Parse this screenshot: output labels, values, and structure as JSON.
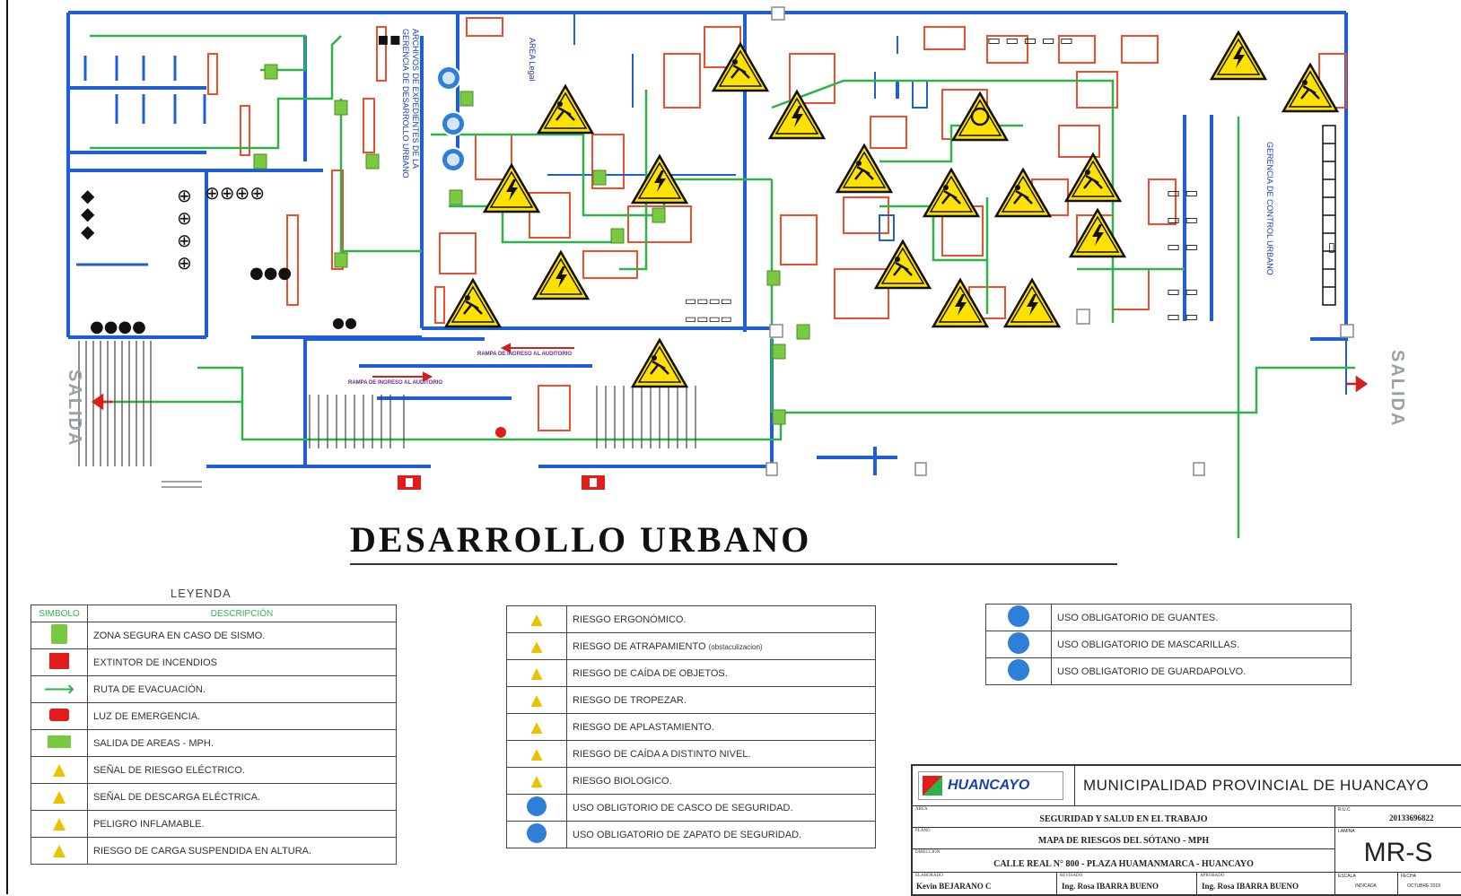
{
  "plan": {
    "title": "DESARROLLO  URBANO",
    "room_labels": {
      "archivos": "ARCHIVOS DE EXPEDIENTES DE LA GERENCIA DE DESARROLLO URBANO",
      "area": "AREA Legal",
      "gerencia": "GERENCIA DE CONTROL URBANO",
      "ramp_1": "RAMPA DE INGRESO AL AUDITORIO",
      "ramp_2": "RAMPA DE INGRESO AL AUDITORIO"
    },
    "exits": [
      "SALIDA",
      "SALIDA"
    ]
  },
  "legend": {
    "title": "LEYENDA",
    "header_symbol": "SIMBOLO",
    "header_desc": "DESCRIPCIÓN",
    "items": [
      {
        "icon": "safe-zone-icon",
        "text": "ZONA SEGURA EN CASO DE SISMO."
      },
      {
        "icon": "extinguisher-icon",
        "text": "EXTINTOR DE INCENDIOS"
      },
      {
        "icon": "arrow-icon",
        "text": "RUTA DE EVACUACIÓN."
      },
      {
        "icon": "emergency-light-icon",
        "text": "LUZ DE EMERGENCIA."
      },
      {
        "icon": "exit-sign-icon",
        "text": "SALIDA DE AREAS - MPH."
      },
      {
        "icon": "electric-risk-icon",
        "text": "SEÑAL DE RIESGO ELÉCTRICO."
      },
      {
        "icon": "electric-shock-icon",
        "text": "SEÑAL DE DESCARGA ELÉCTRICA."
      },
      {
        "icon": "flammable-icon",
        "text": "PELIGRO INFLAMABLE."
      },
      {
        "icon": "suspended-load-icon",
        "text": "RIESGO DE CARGA SUSPENDIDA EN ALTURA."
      }
    ]
  },
  "risks": {
    "items": [
      {
        "icon": "ergonomic-icon",
        "text": "RIESGO ERGONÓMICO."
      },
      {
        "icon": "entrapment-icon",
        "text": "RIESGO DE ATRAPAMIENTO ",
        "note": "(obstaculizacion)"
      },
      {
        "icon": "falling-objects-icon",
        "text": "RIESGO DE CAÍDA DE OBJETOS."
      },
      {
        "icon": "trip-icon",
        "text": "RIESGO DE TROPEZAR."
      },
      {
        "icon": "crush-icon",
        "text": "RIESGO DE APLASTAMIENTO."
      },
      {
        "icon": "fall-level-icon",
        "text": "RIESGO DE CAÍDA A DISTINTO NIVEL."
      },
      {
        "icon": "biohazard-icon",
        "text": "RIESGO BIOLOGICO."
      },
      {
        "icon": "helmet-icon",
        "text": "USO OBLIGTORIO DE CASCO DE SEGURIDAD."
      },
      {
        "icon": "shoe-icon",
        "text": "USO OBLIGATORIO DE ZAPATO DE SEGURIDAD."
      }
    ]
  },
  "ppe": {
    "items": [
      {
        "icon": "gloves-icon",
        "text": "USO OBLIGATORIO DE GUANTES."
      },
      {
        "icon": "mask-icon",
        "text": "USO OBLIGATORIO DE MASCARILLAS."
      },
      {
        "icon": "coat-icon",
        "text": "USO OBLIGATORIO DE GUARDAPOLVO."
      }
    ]
  },
  "title_block": {
    "logo": "HUANCAYO",
    "municipality": "MUNICIPALIDAD PROVINCIAL DE HUANCAYO",
    "area_label": "AREA",
    "area": "SEGURIDAD Y SALUD EN EL TRABAJO",
    "plano_label": "PLANO",
    "plano": "MAPA DE RIESGOS DEL SÓTANO - MPH",
    "direccion_label": "DIRECCION",
    "direccion": "CALLE REAL N° 800 - PLAZA HUAMANMARCA - HUANCAYO",
    "ruc_label": "R.U.C",
    "ruc": "20133696822",
    "lamina_label": "LAMINA",
    "lamina": "MR-S",
    "elaborado_label": "ELABORADO",
    "elaborado": "Kevin BEJARANO C",
    "revisado_label": "REVISADO",
    "revisado": "Ing. Rosa IBARRA BUENO",
    "aprobado_label": "APROBADO",
    "aprobado": "Ing. Rosa IBARRA BUENO",
    "escala_label": "ESCALA",
    "escala": "INDICADA",
    "fecha_label": "FECHA",
    "fecha": "OCTUBRE 2019"
  },
  "colors": {
    "wall": "#1f5fd6",
    "evac": "#2fb24a",
    "furniture": "#ee4e2a",
    "warning": "#ffe100"
  }
}
